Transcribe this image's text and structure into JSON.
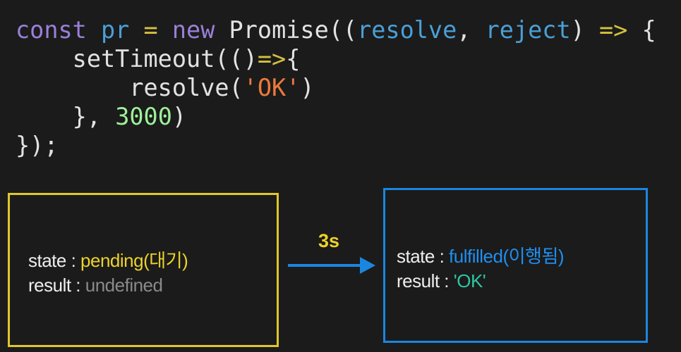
{
  "code": {
    "l1": {
      "kw1": "const",
      "v1": " pr",
      "op1": " = ",
      "kw2": "new",
      "t1": " Promise((",
      "v2": "resolve",
      "t2": ", ",
      "v3": "reject",
      "t3": ") ",
      "op2": "=>",
      "t4": " {"
    },
    "l2": {
      "t1": "    setTimeout(()",
      "op": "=>",
      "t2": "{"
    },
    "l3": {
      "t1": "        resolve(",
      "str": "'OK'",
      "t2": ")"
    },
    "l4": {
      "t1": "    }, ",
      "num": "3000",
      "t2": ")"
    },
    "l5": {
      "t1": "});"
    }
  },
  "pending_box": {
    "state_label": "state : ",
    "state_value": "pending(대기)",
    "result_label": "result : ",
    "result_value": "undefined"
  },
  "transition": {
    "label": "3s"
  },
  "fulfilled_box": {
    "state_label": "state : ",
    "state_value": "fulfilled(이행됨)",
    "result_label": "result : ",
    "result_value": "'OK'"
  },
  "colors": {
    "pending": "#e0c62a",
    "fulfilled": "#1a86e0",
    "background": "#1b1b1b"
  }
}
